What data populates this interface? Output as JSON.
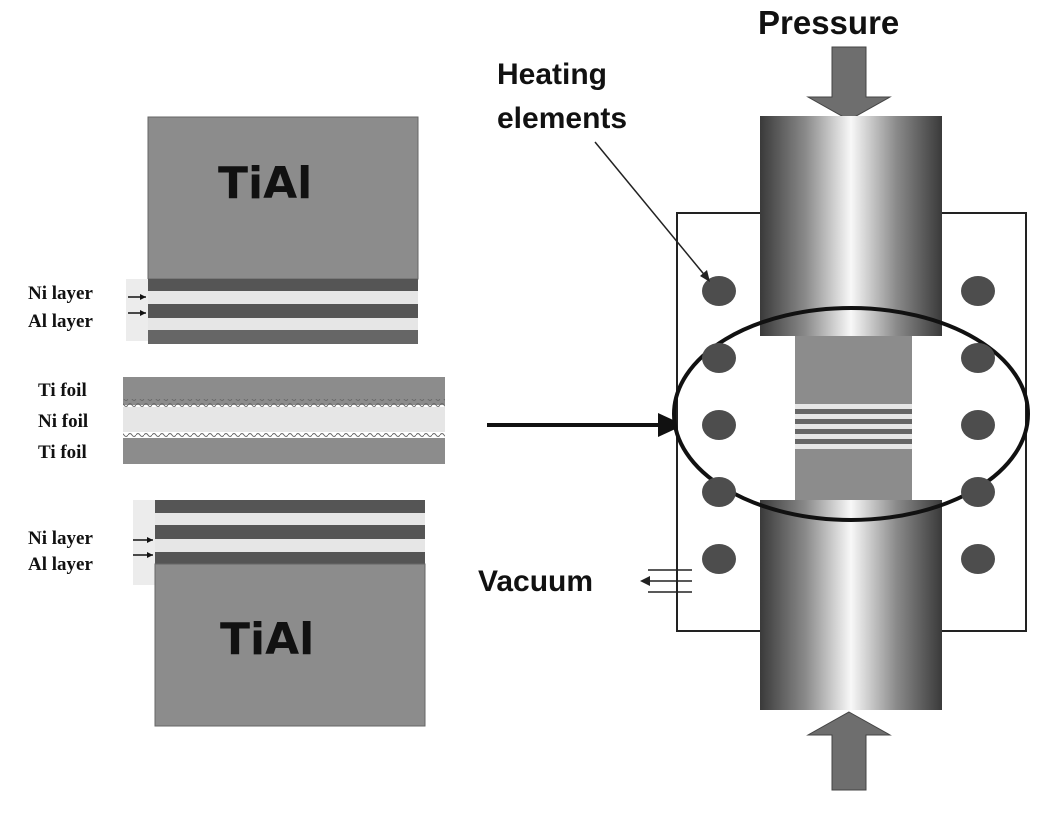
{
  "diagram": {
    "top_block": {
      "material": "TiAl",
      "layer_labels": [
        "Ni layer",
        "Al layer"
      ]
    },
    "interlayer": {
      "foil_labels": [
        "Ti foil",
        "Ni foil",
        "Ti foil"
      ]
    },
    "bottom_block": {
      "material": "TiAl",
      "layer_labels": [
        "Ni layer",
        "Al layer"
      ]
    },
    "apparatus": {
      "pressure_label": "Pressure",
      "heating_label_lines": [
        "Heating",
        "elements"
      ],
      "vacuum_label": "Vacuum",
      "heating_element_count_per_side": 5
    }
  },
  "colors": {
    "block_gray": "#8c8c8c",
    "dark_stripe": "#555555",
    "light_stripe": "#e6e6e6",
    "heater": "#4d4d4d",
    "outline": "#111111"
  }
}
